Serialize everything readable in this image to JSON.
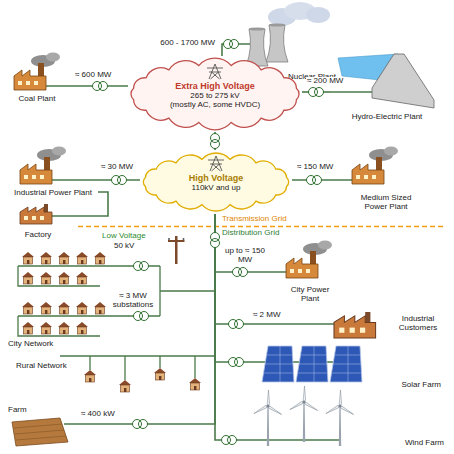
{
  "diagram": {
    "nodes": [
      {
        "text": [
          "Coal Plant"
        ]
      },
      {
        "text": [
          "Nuclear Plant"
        ]
      },
      {
        "text": [
          "Extra High Voltage",
          "265 to 275 kV",
          "(mostly AC, some HVDC)"
        ]
      },
      {
        "text": [
          "Hydro-Electric Plant"
        ]
      },
      {
        "text": [
          "Medium Sized Power Plant"
        ]
      },
      {
        "text": [
          "Industrial Power Plant"
        ]
      },
      {
        "text": [
          "High Voltage",
          "110kV and up"
        ]
      },
      {
        "text": [
          "Factory"
        ]
      },
      {
        "text": [
          "City Power Plant"
        ]
      },
      {
        "text": [
          "Industrial Customers"
        ]
      },
      {
        "text": [
          "Solar Farm"
        ]
      },
      {
        "text": [
          "Farm"
        ]
      },
      {
        "text": [
          "Wind Farm"
        ]
      }
    ],
    "edges": [
      {
        "from": 0,
        "to": 2,
        "label": "≈ 600 MW",
        "arrow": "none"
      },
      {
        "from": 1,
        "to": 2,
        "label": "600 - 1700 MW",
        "arrow": "none"
      },
      {
        "from": 3,
        "to": 2,
        "label": "≈ 200 MW",
        "arrow": "none"
      },
      {
        "from": 2,
        "to": 6,
        "arrow": "none"
      },
      {
        "from": 4,
        "to": 6,
        "label": "≈ 150 MW",
        "arrow": "none"
      },
      {
        "from": 5,
        "to": 6,
        "label": "≈ 30 MW",
        "arrow": "none"
      },
      {
        "from": 5,
        "to": 7,
        "arrow": "none"
      },
      {
        "from": 6,
        "to": 8,
        "label": "up to ≈ 150 MW",
        "arrow": "none"
      },
      {
        "from": 6,
        "to": 9,
        "label": "≈ 2 MW",
        "arrow": "none"
      },
      {
        "from": 6,
        "to": 10,
        "arrow": "none"
      },
      {
        "from": 6,
        "to": 11,
        "label": "≈ 400 kW",
        "arrow": "none"
      },
      {
        "from": 6,
        "to": 12,
        "arrow": "none"
      }
    ],
    "labels": [
      "Transmission Grid",
      "Distribution Grid",
      "Low Voltage",
      "50 kV",
      "City Network",
      "≈ 3 MW substations",
      "Rural Network"
    ]
  }
}
